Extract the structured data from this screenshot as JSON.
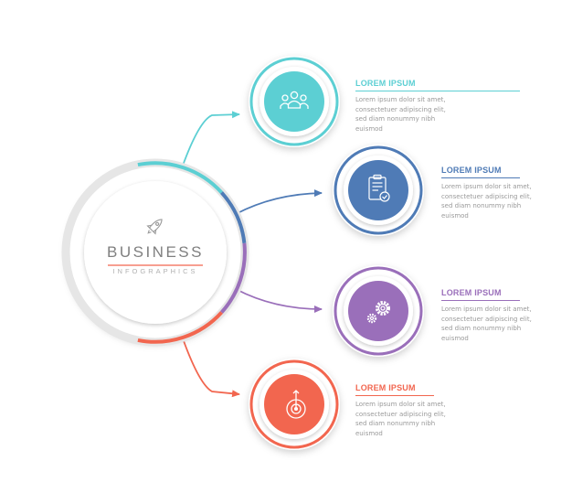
{
  "center": {
    "title": "BUSINESS",
    "subtitle": "INFOGRAPHICS",
    "icon": "rocket-icon"
  },
  "steps": [
    {
      "title": "LOREM IPSUM",
      "lines": [
        "Lorem ipsum dolor sit amet,",
        "consectetuer adipiscing elit,",
        "sed diam nonummy nibh",
        "euismod"
      ],
      "icon": "team-icon",
      "color": "#5ccfd3"
    },
    {
      "title": "LOREM IPSUM",
      "lines": [
        "Lorem ipsum dolor sit amet,",
        "consectetuer adipiscing elit,",
        "sed diam nonummy nibh",
        "euismod"
      ],
      "icon": "clipboard-check-icon",
      "color": "#4f7bb6"
    },
    {
      "title": "LOREM IPSUM",
      "lines": [
        "Lorem ipsum dolor sit amet,",
        "consectetuer adipiscing elit,",
        "sed diam nonummy nibh",
        "euismod"
      ],
      "icon": "gears-icon",
      "color": "#9a6fba"
    },
    {
      "title": "LOREM IPSUM",
      "lines": [
        "Lorem ipsum dolor sit amet,",
        "consectetuer adipiscing elit,",
        "sed diam nonummy nibh",
        "euismod"
      ],
      "icon": "target-icon",
      "color": "#f2664f"
    }
  ]
}
